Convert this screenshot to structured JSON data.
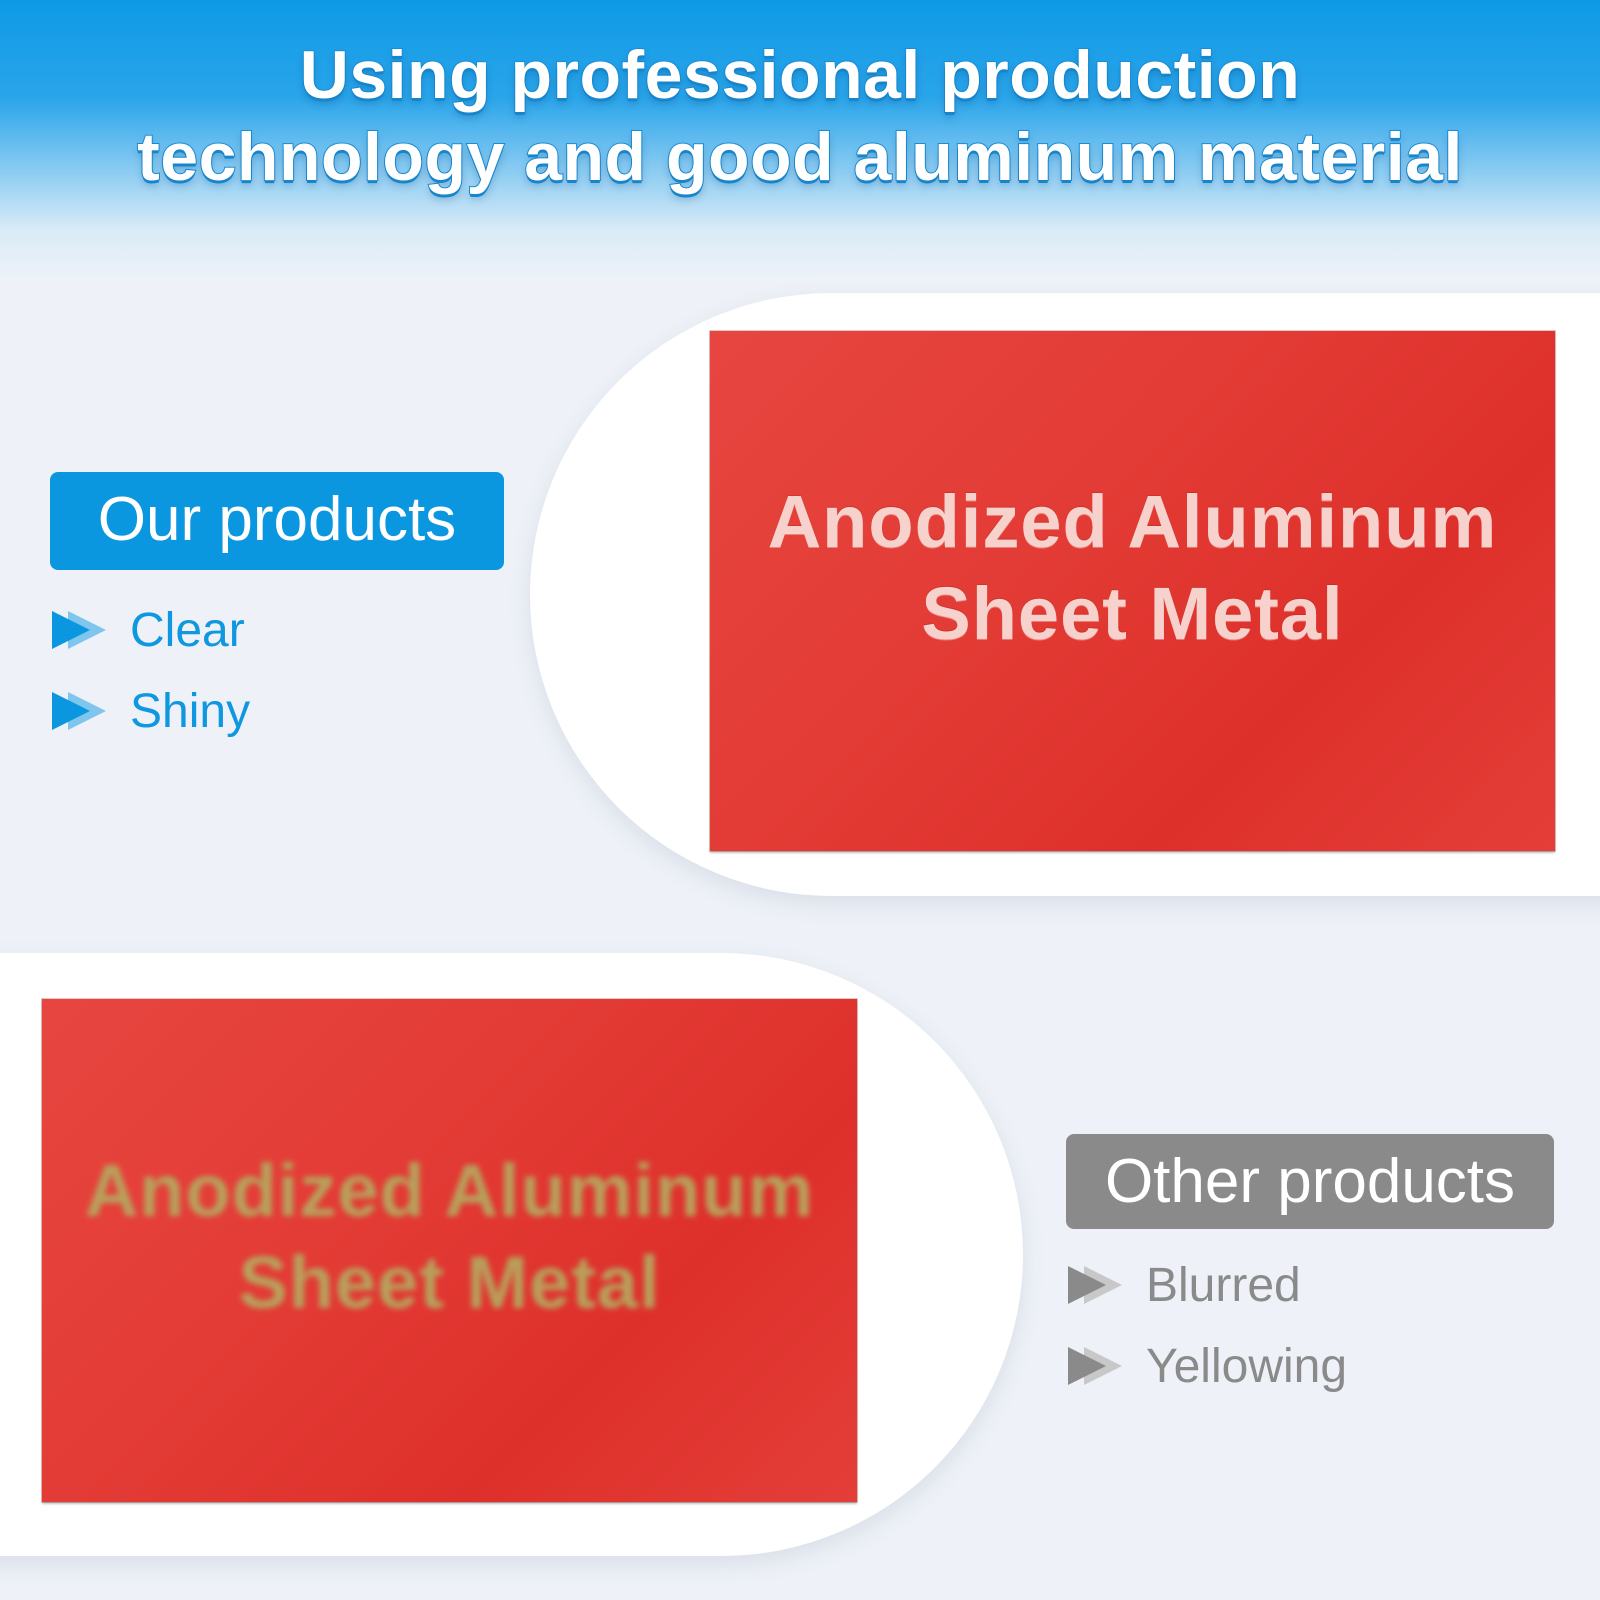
{
  "header": {
    "line1": "Using professional production",
    "line2": "technology and good aluminum material"
  },
  "ours": {
    "label": "Our products",
    "features": [
      "Clear",
      "Shiny"
    ],
    "plate_line1": "Anodized Aluminum",
    "plate_line2": "Sheet Metal",
    "color": "#0b96e0"
  },
  "other": {
    "label": "Other products",
    "features": [
      "Blurred",
      "Yellowing"
    ],
    "plate_line1": "Anodized Aluminum",
    "plate_line2": "Sheet Metal",
    "color": "#8a8a8a"
  },
  "icons": {
    "bullet": "double-triangle-arrow-icon"
  },
  "colors": {
    "plate_red": "#e33b35",
    "header_blue": "#0e9ae6"
  }
}
